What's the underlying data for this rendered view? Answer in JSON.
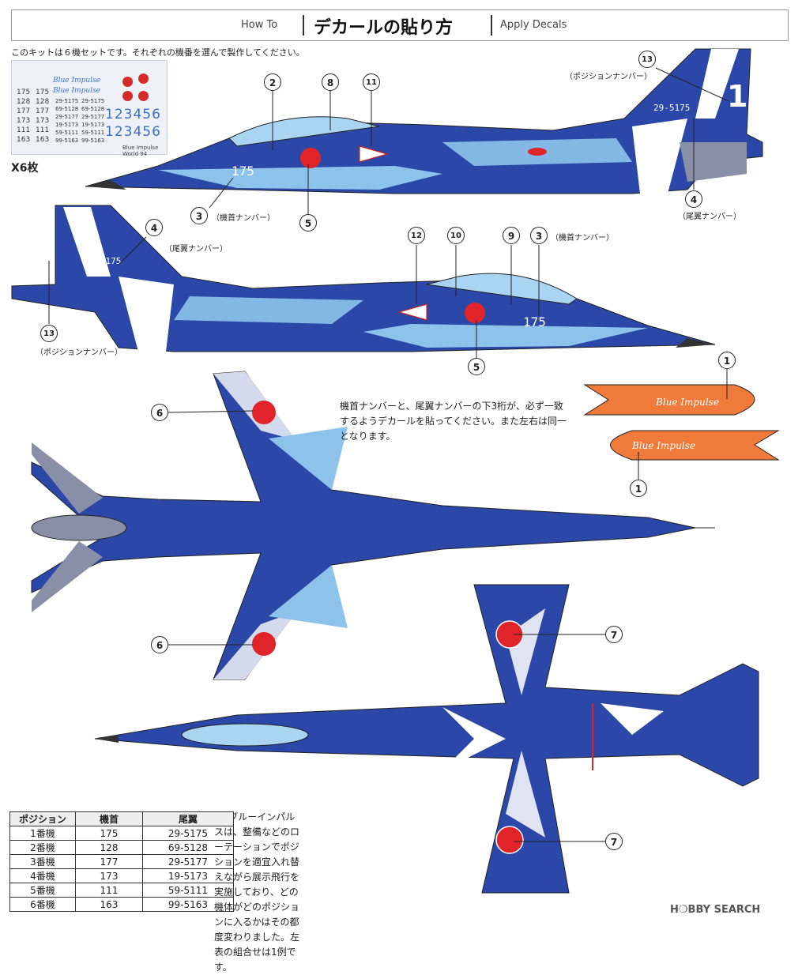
{
  "header": {
    "how_to": "How To",
    "title": "デカールの貼り方",
    "apply": "Apply Decals"
  },
  "intro": "このキットは６機セットです。それぞれの機番を選んで製作してください。",
  "decal_sheet": {
    "left_numbers": [
      "175",
      "128",
      "177",
      "173",
      "111",
      "163"
    ],
    "left_numbers_2": [
      "175",
      "128",
      "177",
      "173",
      "111",
      "163"
    ],
    "serials_small": [
      "29-5175",
      "69-5128",
      "29-5177",
      "19-5173",
      "59-5111",
      "99-5163"
    ],
    "serials_small_2": [
      "29-5175",
      "69-5128",
      "29-5177",
      "19-5173",
      "59-5111",
      "99-5163"
    ],
    "big_digits_1": "123456",
    "big_digits_2": "123456",
    "script_1": "Blue Impulse",
    "script_2": "Blue Impulse",
    "footer": "Blue Impulse World 94"
  },
  "multiplier": "X6枚",
  "labels": {
    "position_number": "（ポジションナンバー）",
    "nose_number": "（機首ナンバー）",
    "tail_number": "（尾翼ナンバー）"
  },
  "aircraft_markings": {
    "nose": "175",
    "tail_serial": "29-5175",
    "tail_position": "1"
  },
  "callouts": {
    "c1": "1",
    "c2": "2",
    "c3": "3",
    "c4": "4",
    "c5": "5",
    "c6": "6",
    "c7": "7",
    "c8": "8",
    "c9": "9",
    "c10": "10",
    "c11": "11",
    "c12": "12",
    "c13": "13"
  },
  "tank_text": "Blue Impulse",
  "note_right": "機首ナンバーと、尾翼ナンバーの下3桁が、必ず一致するようデカールを貼ってください。また左右は同一となります。",
  "note_bottom": "T-2ブルーインパルスは、整備などのローテーションでポジションを適宜入れ替えながら展示飛行を実施しており、どの機体がどのポジションに入るかはその都度変わりました。左表の組合せは1例です。",
  "table": {
    "headers": [
      "ポジション",
      "機首",
      "尾翼"
    ],
    "rows": [
      [
        "1番機",
        "175",
        "29-5175"
      ],
      [
        "2番機",
        "128",
        "69-5128"
      ],
      [
        "3番機",
        "177",
        "29-5177"
      ],
      [
        "4番機",
        "173",
        "19-5173"
      ],
      [
        "5番機",
        "111",
        "59-5111"
      ],
      [
        "6番機",
        "163",
        "99-5163"
      ]
    ]
  },
  "watermark": "H❍BBY SEARCH",
  "colors": {
    "blue": "#2b47a8",
    "light_blue": "#8dc3ea",
    "red": "#e0242a",
    "orange": "#f07a3a",
    "grey": "#8a8fa8"
  }
}
